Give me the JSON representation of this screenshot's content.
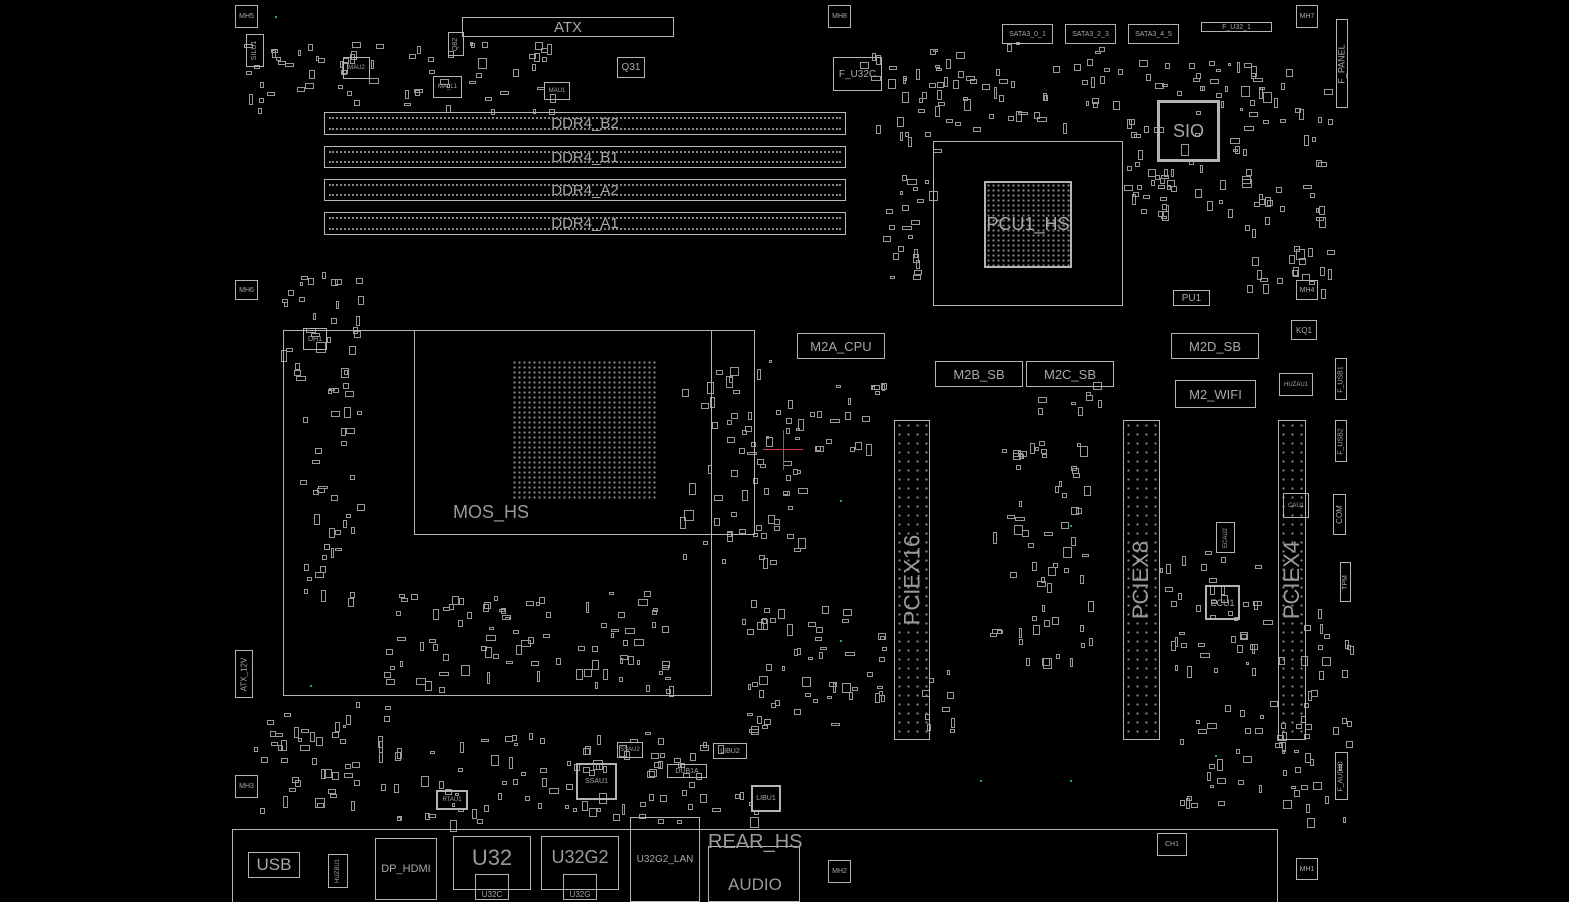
{
  "board": {
    "connectors": {
      "atx": "ATX",
      "atx_12v": "ATX_12V",
      "ddr4_b2": "DDR4_B2",
      "ddr4_b1": "DDR4_B1",
      "ddr4_a2": "DDR4_A2",
      "ddr4_a1": "DDR4_A1",
      "sata3_0_1": "SATA3_0_1",
      "sata3_2_3": "SATA3_2_3",
      "sata3_4_5": "SATA3_4_5",
      "f_u32_1": "F_U32_1",
      "f_u32c": "F_U32C",
      "f_panel": "F_PANEL",
      "f_usb1": "F_USB1",
      "f_usb2": "F_USB2",
      "com": "COM",
      "tpm": "TPM",
      "f_audio": "F_AUDIO",
      "m2a_cpu": "M2A_CPU",
      "m2b_sb": "M2B_SB",
      "m2c_sb": "M2C_SB",
      "m2d_sb": "M2D_SB",
      "m2_wifi": "M2_WIFI",
      "pciex16": "PCIEX16",
      "pciex8": "PCIEX8",
      "pciex4": "PCIEX4",
      "usb": "USB",
      "dp_hdmi": "DP_HDMI",
      "u32": "U32",
      "u32c": "U32C",
      "u32g2": "U32G2",
      "u32g": "U32G",
      "u32g2_lan": "U32G2_LAN",
      "rear_hs": "REAR_HS",
      "audio": "AUDIO"
    },
    "chips": {
      "sio": "SIO",
      "pcu1_hs": "PCU1_HS",
      "mos_hs": "MOS_HS",
      "q31": "Q31",
      "pu1": "PU1",
      "kq1": "KQ1",
      "huzau1": "HUZAU1",
      "ecu1": "ECU1",
      "ecau2": "ECAU2",
      "cau1": "CAU1",
      "ssau1": "SSAU1",
      "ssau2": "SSAU2",
      "dub1a": "DUB1A",
      "libu1": "LIBU1",
      "libu2": "LIBU2",
      "rtau1": "RTAU1",
      "dh1": "DH1",
      "ch1": "CH1",
      "silu1": "SILU1",
      "mau2": "MAU2",
      "mau1": "MAU1",
      "ma_l1": "MA_L1",
      "q82": "Q82",
      "huzbu1": "HUZBU1"
    },
    "mounting_holes": {
      "mh1": "MH1",
      "mh2": "MH2",
      "mh3": "MH3",
      "mh4": "MH4",
      "mh5": "MH5",
      "mh6": "MH6",
      "mh7": "MH7",
      "mh8": "MH8"
    }
  }
}
